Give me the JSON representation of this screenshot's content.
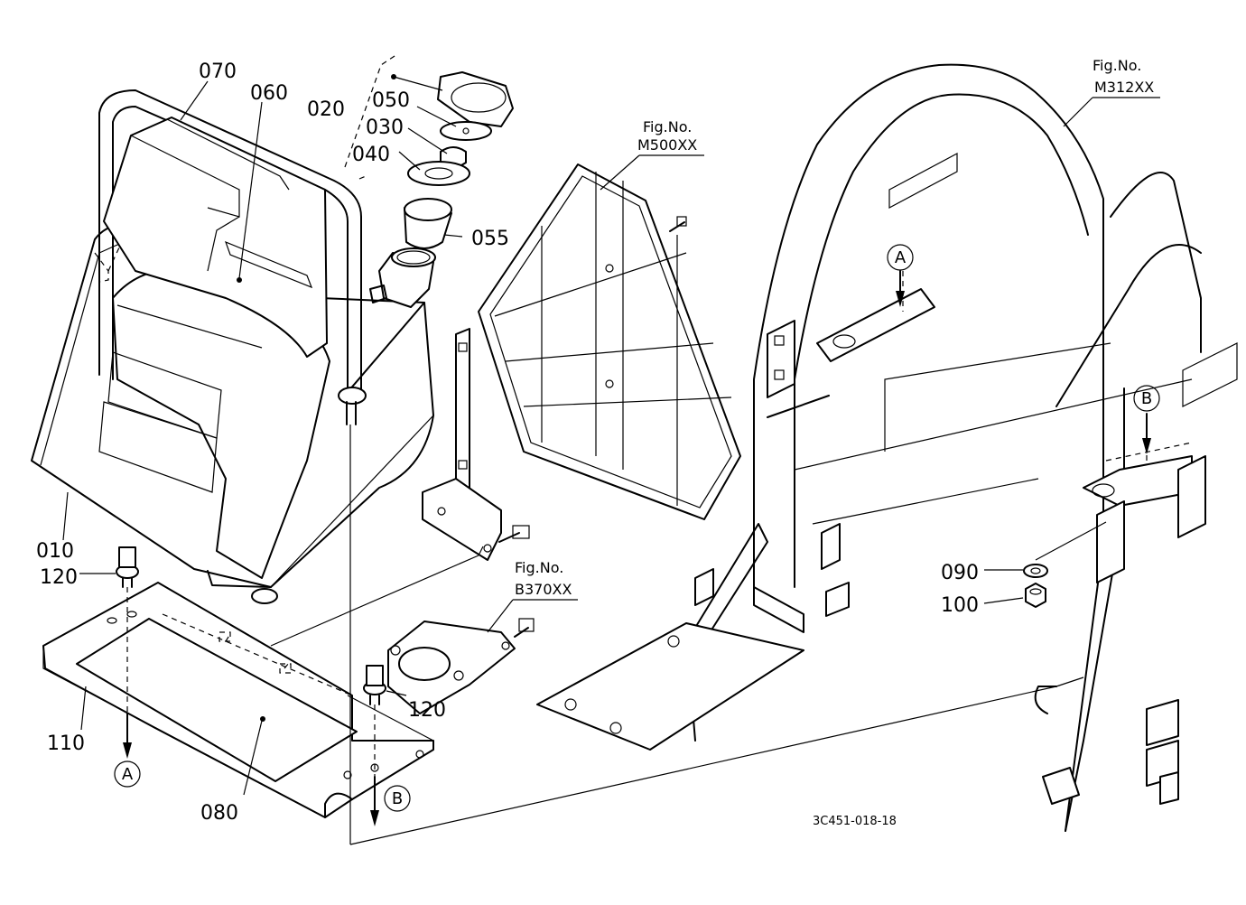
{
  "parts": {
    "p010": "010",
    "p020": "020",
    "p030": "030",
    "p040": "040",
    "p050": "050",
    "p055": "055",
    "p060": "060",
    "p070": "070",
    "p080": "080",
    "p090": "090",
    "p100": "100",
    "p110": "110",
    "p120a": "120",
    "p120b": "120"
  },
  "figure_refs": {
    "label": "Fig.No.",
    "m500": "M500XX",
    "m312": "M312XX",
    "b370": "B370XX"
  },
  "markers": {
    "a": "A",
    "b": "B"
  },
  "drawing_code": "3C451-018-18"
}
